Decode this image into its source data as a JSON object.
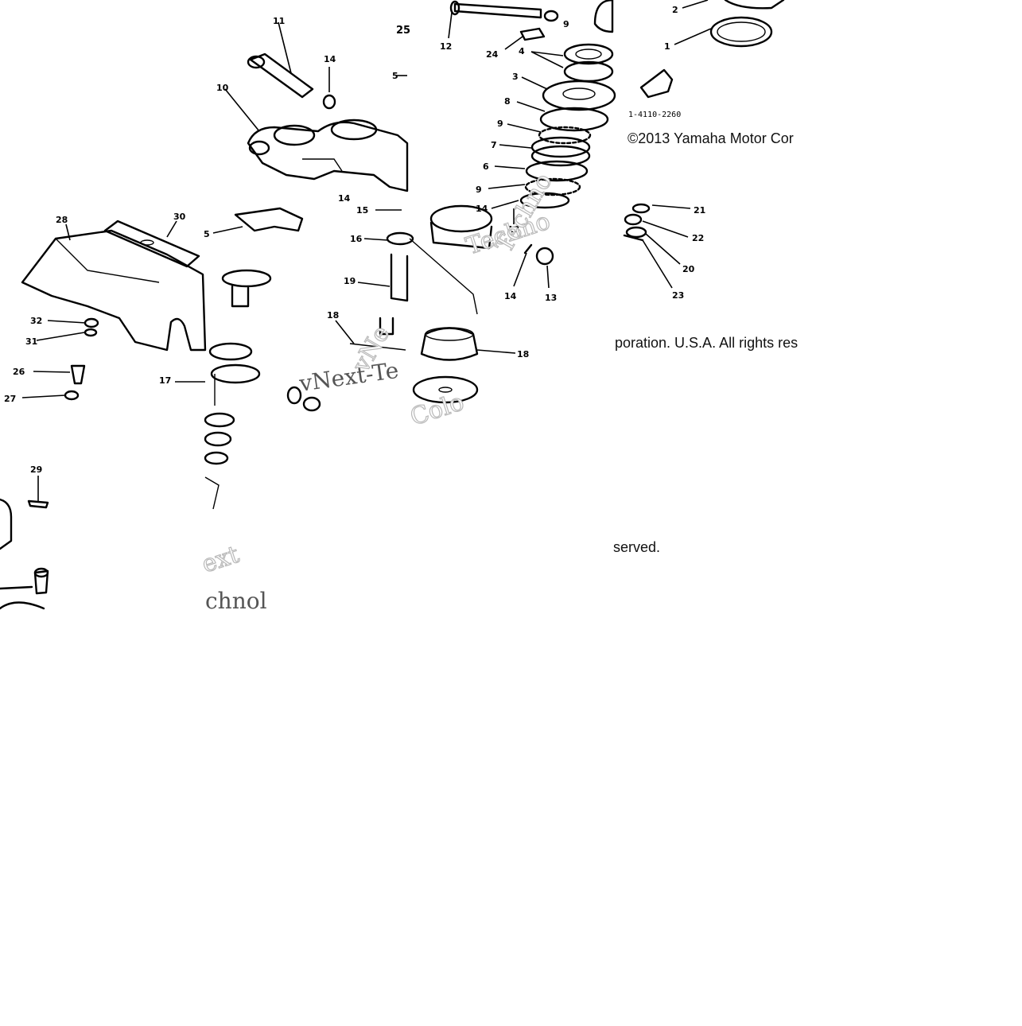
{
  "diagram": {
    "drawing_number": "1-4110-2260",
    "copyright_lines": [
      "©2013 Yamaha Motor Cor",
      "poration. U.S.A. All rights res",
      "served."
    ],
    "watermark_fragments": [
      "Techno",
      "vNext-Te",
      "ext",
      "chnol",
      "vNe",
      "Colo",
      "Techno"
    ],
    "callouts": [
      {
        "label": "11"
      },
      {
        "label": "14"
      },
      {
        "label": "10"
      },
      {
        "label": "25"
      },
      {
        "label": "5"
      },
      {
        "label": "12"
      },
      {
        "label": "24"
      },
      {
        "label": "9"
      },
      {
        "label": "4"
      },
      {
        "label": "3"
      },
      {
        "label": "8"
      },
      {
        "label": "9"
      },
      {
        "label": "7"
      },
      {
        "label": "6"
      },
      {
        "label": "9"
      },
      {
        "label": "14"
      },
      {
        "label": "13"
      },
      {
        "label": "2"
      },
      {
        "label": "1"
      },
      {
        "label": "28"
      },
      {
        "label": "30"
      },
      {
        "label": "5"
      },
      {
        "label": "14"
      },
      {
        "label": "15"
      },
      {
        "label": "16"
      },
      {
        "label": "19"
      },
      {
        "label": "18"
      },
      {
        "label": "32"
      },
      {
        "label": "31"
      },
      {
        "label": "26"
      },
      {
        "label": "27"
      },
      {
        "label": "17"
      },
      {
        "label": "21"
      },
      {
        "label": "22"
      },
      {
        "label": "20"
      },
      {
        "label": "23"
      },
      {
        "label": "14"
      },
      {
        "label": "13"
      },
      {
        "label": "18"
      },
      {
        "label": "29"
      }
    ]
  }
}
